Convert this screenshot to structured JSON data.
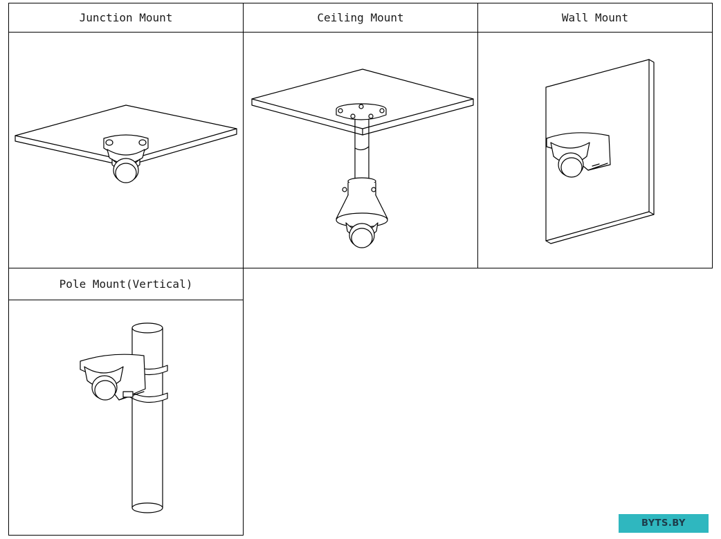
{
  "mounts": [
    {
      "label": "Junction Mount"
    },
    {
      "label": "Ceiling Mount"
    },
    {
      "label": "Wall Mount"
    },
    {
      "label": "Pole Mount(Vertical)"
    }
  ],
  "watermark": "BYTS.BY"
}
